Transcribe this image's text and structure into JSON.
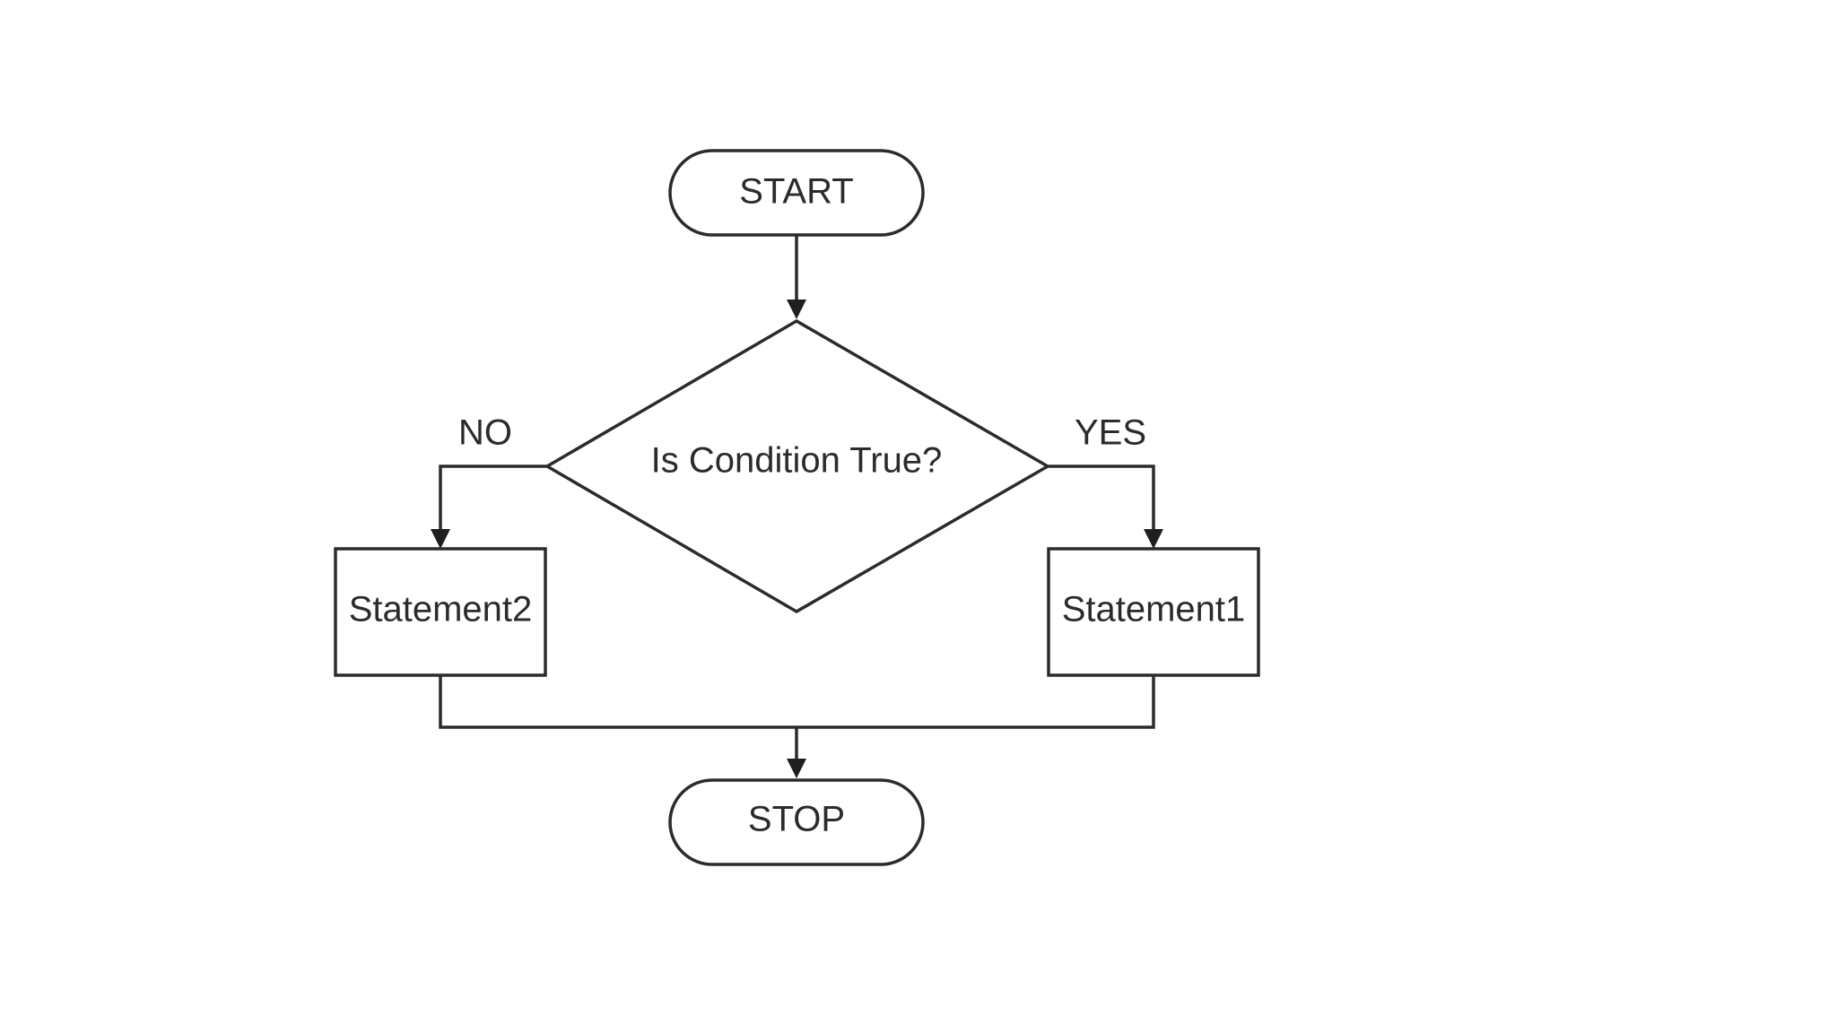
{
  "diagram": {
    "nodes": {
      "start": {
        "label": "START"
      },
      "decision": {
        "label": "Is Condition True?"
      },
      "statement1": {
        "label": "Statement1"
      },
      "statement2": {
        "label": "Statement2"
      },
      "stop": {
        "label": "STOP"
      }
    },
    "edges": {
      "no_label": "NO",
      "yes_label": "YES"
    },
    "colors": {
      "line": "#2b2b2b",
      "background": "#ffffff"
    }
  }
}
